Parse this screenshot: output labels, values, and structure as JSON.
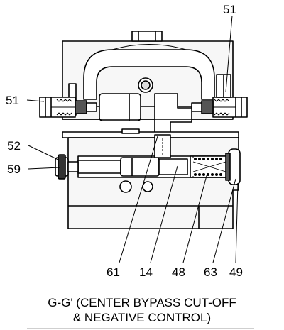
{
  "callouts": {
    "c51_top": "51",
    "c51_left": "51",
    "c52": "52",
    "c59": "59",
    "c61": "61",
    "c14": "14",
    "c48": "48",
    "c63": "63",
    "c49": "49"
  },
  "caption": {
    "line1": "G-G' (CENTER BYPASS CUT-OFF",
    "line2": "& NEGATIVE CONTROL)"
  },
  "colors": {
    "line": "#000000",
    "fill_light": "#f2f2f2",
    "fill_dark": "#555555"
  }
}
